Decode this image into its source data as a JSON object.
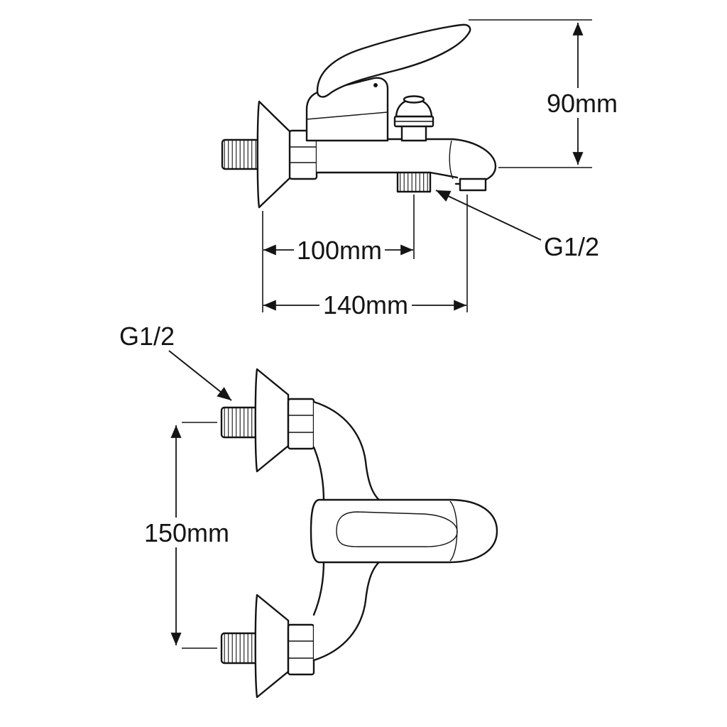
{
  "canvas": {
    "background": "#ffffff",
    "line_color": "#141414"
  },
  "drawing": {
    "subject": "Wall-mounted bath/shower mixer tap - dimensioned technical line drawing with two orthographic views",
    "side_view": {
      "name": "bath mixer side elevation",
      "labels": {
        "height": "90mm",
        "shower_outlet_offset": "100mm",
        "overall_depth": "140mm",
        "thread": "G1/2"
      }
    },
    "front_view": {
      "name": "shower mixer front elevation",
      "labels": {
        "inlet_spacing": "150mm",
        "thread": "G1/2"
      }
    }
  }
}
